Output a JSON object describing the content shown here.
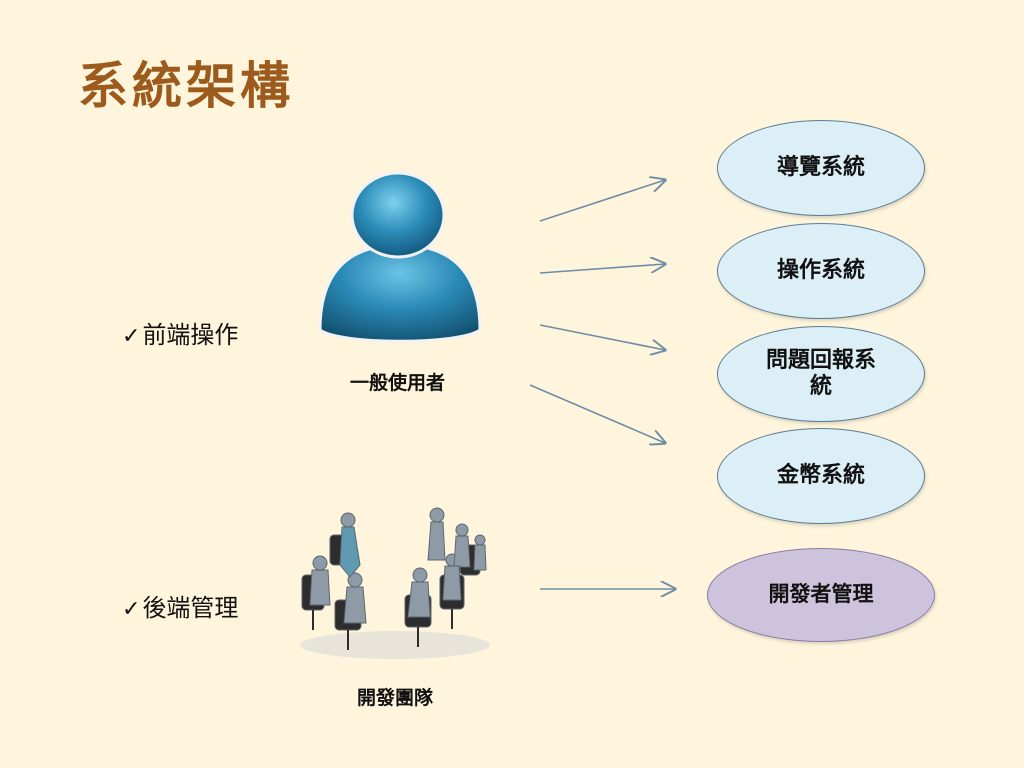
{
  "slide": {
    "title": "系統架構",
    "bullets": {
      "frontend": "前端操作",
      "backend": "後端管理"
    },
    "actors": {
      "user_label": "一般使用者",
      "team_label": "開發團隊"
    },
    "systems": [
      {
        "label": "導覽系統"
      },
      {
        "label": "操作系統"
      },
      {
        "label": "問題回報系統"
      },
      {
        "label": "金幣系統"
      }
    ],
    "admin_system": {
      "label": "開發者管理"
    },
    "colors": {
      "background": "#fef5dc",
      "title": "#9c5a1c",
      "oval_fill": "#dceef6",
      "oval_admin_fill": "#cec3dc",
      "arrow": "#6f8ea6",
      "user_icon": "#2f86ad"
    },
    "icons": [
      "user-icon",
      "team-icon",
      "checkmark-icon",
      "arrow-icon"
    ]
  }
}
